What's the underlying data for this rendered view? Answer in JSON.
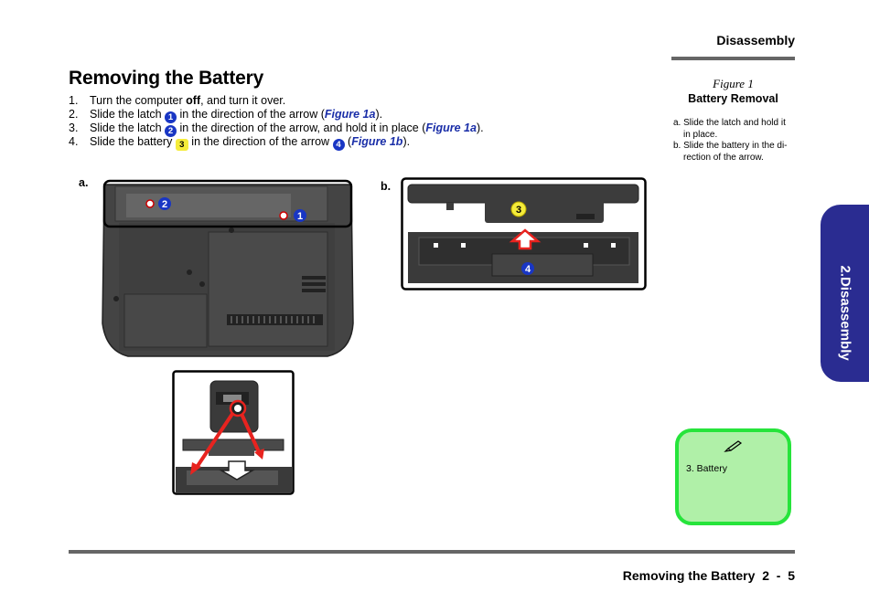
{
  "header": {
    "section": "Disassembly"
  },
  "title": "Removing the Battery",
  "steps": [
    {
      "num": "1.",
      "pre": "Turn the computer ",
      "bold": "off",
      "post": ", and turn it over."
    },
    {
      "num": "2.",
      "pre": "Slide the latch ",
      "badge": "1",
      "mid": " in the direction of the arrow (",
      "fig": "Figure 1a",
      "post": ")."
    },
    {
      "num": "3.",
      "pre": "Slide the latch ",
      "badge": "2",
      "mid": " in the direction of the arrow, and hold it in place (",
      "fig": "Figure 1a",
      "post": ")."
    },
    {
      "num": "4.",
      "pre": "Slide the battery ",
      "badge": "3",
      "mid": " in the direction of the arrow ",
      "badge2": "4",
      "mid2": " (",
      "fig": "Figure 1b",
      "post": ")."
    }
  ],
  "figure": {
    "number": "Figure 1",
    "title": "Battery Removal",
    "notes": [
      "a. Slide the latch and hold it in place.",
      "b. Slide the battery in the di- rection of the arrow."
    ],
    "label_a": "a.",
    "label_b": "b.",
    "callouts": {
      "one": "1",
      "two": "2",
      "three": "3",
      "four": "4"
    }
  },
  "side_tab": {
    "label": "2.Disassembly"
  },
  "note_box": {
    "text": "3. Battery"
  },
  "footer": {
    "text": "Removing the Battery  2  -  5"
  },
  "colors": {
    "tab": "#2a2c91",
    "note_fill": "#b0f0a8",
    "note_border": "#26e43b",
    "callout_blue": "#1936c4",
    "callout_yellow": "#f5ec3a",
    "arrow_red": "#e8231f",
    "figure_link": "#1a2ea8"
  }
}
